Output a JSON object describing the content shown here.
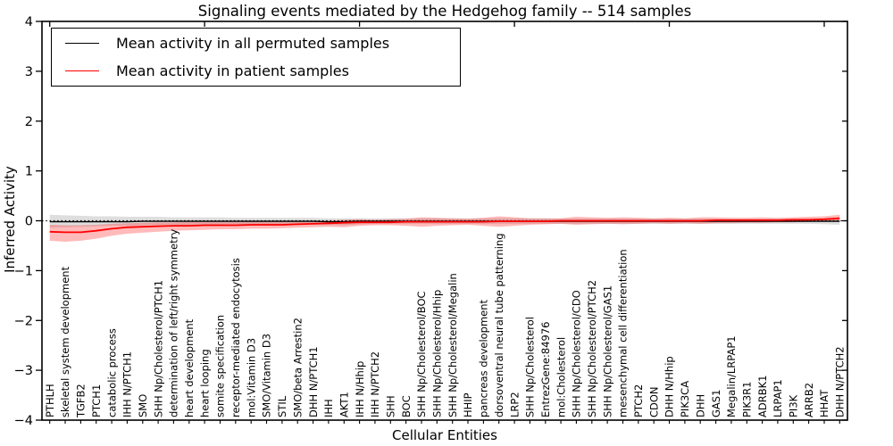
{
  "title": "Signaling events mediated by the Hedgehog family -- 514 samples",
  "legend": [
    {
      "label": "Mean activity in all permuted samples",
      "color": "#000000",
      "thickness": 1.6
    },
    {
      "label": "Mean activity in patient samples",
      "color": "#ff0000",
      "thickness": 1.8
    }
  ],
  "chart_data": {
    "type": "line",
    "title": "Signaling events mediated by the Hedgehog family -- 514 samples",
    "xlabel": "Cellular Entities",
    "ylabel": "Inferred Activity",
    "ylim": [
      -4,
      4
    ],
    "grid": false,
    "legend_position": "upper left",
    "zero_reference_line": "black dotted at y=0",
    "yticks": [
      {
        "v": 4,
        "label": "4"
      },
      {
        "v": 3,
        "label": "3"
      },
      {
        "v": 2,
        "label": "2"
      },
      {
        "v": 1,
        "label": "1"
      },
      {
        "v": 0,
        "label": "0"
      },
      {
        "v": -1,
        "label": "−1"
      },
      {
        "v": -2,
        "label": "−2"
      },
      {
        "v": -3,
        "label": "−3"
      },
      {
        "v": -4,
        "label": "−4"
      }
    ],
    "top_tick_indices": [
      0,
      10,
      20,
      30,
      40,
      50
    ],
    "categories": [
      "PTHLH",
      "skeletal system development",
      "TGFB2",
      "PTCH1",
      "catabolic process",
      "IHH N/PTCH1",
      "SMO",
      "SHH Np/Cholesterol/PTCH1",
      "determination of left/right symmetry",
      "heart development",
      "heart looping",
      "somite specification",
      "receptor-mediated endocytosis",
      "mol:Vitamin D3",
      "SMO/Vitamin D3",
      "STIL",
      "SMO/beta Arrestin2",
      "DHH N/PTCH1",
      "IHH",
      "AKT1",
      "IHH N/Hhip",
      "IHH N/PTCH2",
      "SHH",
      "BOC",
      "SHH Np/Cholesterol/BOC",
      "SHH Np/Cholesterol/Hhip",
      "SHH Np/Cholesterol/Megalin",
      "HHIP",
      "pancreas development",
      "dorsoventral neural tube patterning",
      "LRP2",
      "SHH Np/Cholesterol",
      "EntrezGene:84976",
      "mol:Cholesterol",
      "SHH Np/Cholesterol/CDO",
      "SHH Np/Cholesterol/PTCH2",
      "SHH Np/Cholesterol/GAS1",
      "mesenchymal cell differentiation",
      "PTCH2",
      "CDON",
      "DHH N/Hhip",
      "PIK3CA",
      "DHH",
      "GAS1",
      "Megalin/LRPAP1",
      "PIK3R1",
      "ADRBK1",
      "LRPAP1",
      "PI3K",
      "ARRB2",
      "HHAT",
      "DHH N/PTCH2"
    ],
    "series": [
      {
        "name": "Mean activity in all permuted samples",
        "color": "#000000",
        "width": 1.4,
        "band_color": "rgba(0,0,0,0.13)",
        "values": [
          -0.02,
          -0.02,
          -0.02,
          -0.02,
          -0.02,
          -0.02,
          -0.01,
          -0.01,
          -0.01,
          -0.01,
          -0.01,
          -0.01,
          -0.01,
          -0.01,
          -0.01,
          -0.01,
          -0.01,
          -0.01,
          -0.02,
          -0.02,
          -0.01,
          -0.01,
          -0.01,
          -0.01,
          -0.01,
          -0.01,
          -0.01,
          -0.01,
          -0.01,
          -0.01,
          -0.01,
          -0.01,
          -0.01,
          -0.01,
          -0.01,
          -0.01,
          -0.01,
          -0.01,
          -0.01,
          -0.01,
          -0.01,
          -0.01,
          -0.01,
          -0.01,
          -0.01,
          -0.01,
          -0.01,
          -0.01,
          -0.01,
          -0.01,
          -0.01,
          -0.01
        ],
        "band_high": [
          0.12,
          0.11,
          0.1,
          0.09,
          0.09,
          0.08,
          0.08,
          0.08,
          0.07,
          0.07,
          0.07,
          0.07,
          0.06,
          0.06,
          0.06,
          0.06,
          0.06,
          0.06,
          0.05,
          0.05,
          0.05,
          0.05,
          0.05,
          0.05,
          0.05,
          0.05,
          0.05,
          0.05,
          0.05,
          0.05,
          0.05,
          0.05,
          0.05,
          0.04,
          0.04,
          0.04,
          0.04,
          0.04,
          0.04,
          0.04,
          0.04,
          0.04,
          0.04,
          0.04,
          0.04,
          0.04,
          0.04,
          0.04,
          0.04,
          0.04,
          0.05,
          0.05
        ],
        "band_low": [
          -0.14,
          -0.13,
          -0.12,
          -0.11,
          -0.1,
          -0.1,
          -0.09,
          -0.09,
          -0.08,
          -0.08,
          -0.08,
          -0.08,
          -0.07,
          -0.07,
          -0.07,
          -0.07,
          -0.07,
          -0.07,
          -0.08,
          -0.09,
          -0.07,
          -0.06,
          -0.06,
          -0.06,
          -0.06,
          -0.06,
          -0.06,
          -0.06,
          -0.06,
          -0.06,
          -0.06,
          -0.06,
          -0.06,
          -0.06,
          -0.06,
          -0.06,
          -0.06,
          -0.06,
          -0.06,
          -0.06,
          -0.06,
          -0.06,
          -0.06,
          -0.06,
          -0.06,
          -0.06,
          -0.06,
          -0.06,
          -0.06,
          -0.06,
          -0.07,
          -0.08
        ]
      },
      {
        "name": "Mean activity in patient samples",
        "color": "#ff0000",
        "width": 1.8,
        "band_color": "rgba(255,0,0,0.27)",
        "values": [
          -0.22,
          -0.23,
          -0.23,
          -0.2,
          -0.16,
          -0.13,
          -0.12,
          -0.11,
          -0.1,
          -0.1,
          -0.09,
          -0.09,
          -0.09,
          -0.08,
          -0.08,
          -0.08,
          -0.07,
          -0.06,
          -0.05,
          -0.04,
          -0.03,
          -0.03,
          -0.03,
          -0.02,
          -0.02,
          -0.02,
          -0.02,
          -0.02,
          -0.02,
          -0.01,
          -0.01,
          -0.01,
          -0.01,
          0.0,
          0.0,
          0.0,
          0.0,
          0.0,
          0.0,
          0.0,
          0.0,
          0.0,
          0.0,
          0.01,
          0.01,
          0.01,
          0.01,
          0.01,
          0.02,
          0.02,
          0.03,
          0.05
        ],
        "band_high": [
          -0.08,
          -0.09,
          -0.09,
          -0.08,
          -0.06,
          -0.05,
          -0.04,
          -0.03,
          -0.03,
          -0.02,
          -0.02,
          -0.02,
          -0.02,
          -0.01,
          -0.01,
          -0.01,
          -0.01,
          0.0,
          0.0,
          0.02,
          0.03,
          0.02,
          0.03,
          0.04,
          0.07,
          0.06,
          0.05,
          0.04,
          0.06,
          0.09,
          0.07,
          0.05,
          0.05,
          0.05,
          0.08,
          0.07,
          0.06,
          0.07,
          0.06,
          0.05,
          0.06,
          0.05,
          0.07,
          0.07,
          0.06,
          0.06,
          0.07,
          0.06,
          0.07,
          0.08,
          0.09,
          0.12
        ],
        "band_low": [
          -0.4,
          -0.42,
          -0.4,
          -0.36,
          -0.3,
          -0.26,
          -0.24,
          -0.22,
          -0.2,
          -0.19,
          -0.18,
          -0.17,
          -0.17,
          -0.16,
          -0.16,
          -0.15,
          -0.14,
          -0.13,
          -0.12,
          -0.13,
          -0.1,
          -0.09,
          -0.09,
          -0.1,
          -0.12,
          -0.1,
          -0.09,
          -0.08,
          -0.1,
          -0.12,
          -0.1,
          -0.08,
          -0.07,
          -0.06,
          -0.08,
          -0.07,
          -0.06,
          -0.07,
          -0.06,
          -0.05,
          -0.06,
          -0.05,
          -0.06,
          -0.05,
          -0.05,
          -0.04,
          -0.04,
          -0.03,
          -0.03,
          -0.02,
          -0.01,
          0.0
        ]
      }
    ]
  }
}
